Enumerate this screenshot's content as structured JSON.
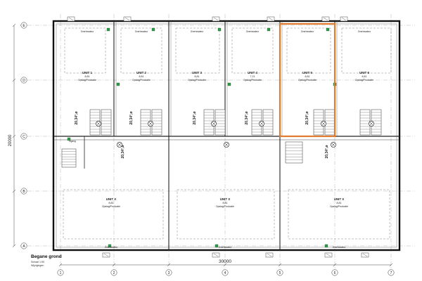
{
  "sheet": {
    "title": "Begane grond",
    "scale": "Schaal 1:50",
    "status": "Wijzigingen"
  },
  "grid": {
    "columns": [
      "1",
      "2",
      "3",
      "4",
      "5",
      "6",
      "7"
    ],
    "rows": [
      "E",
      "D",
      "C",
      "B",
      "A"
    ]
  },
  "dimensions": {
    "overall_width": "30000",
    "overall_depth": "20000"
  },
  "highlight_color": "#e07a2e",
  "units_top": [
    {
      "name": "UNIT 1",
      "area": "8,81",
      "use": "Opslag/Productie"
    },
    {
      "name": "UNIT 2",
      "area": "8,81",
      "use": "Opslag/Productie"
    },
    {
      "name": "UNIT 3",
      "area": "8,81",
      "use": "Opslag/Productie"
    },
    {
      "name": "UNIT 4",
      "area": "7,21",
      "use": "Opslag/Productie"
    },
    {
      "name": "UNIT 5",
      "area": "8,81",
      "use": "Opslag/Productie"
    },
    {
      "name": "UNIT 6",
      "area": "8,81",
      "use": "Opslag/Productie"
    }
  ],
  "units_bottom": [
    {
      "name": "UNIT X",
      "area": "8,81",
      "use": "Opslag/Productie"
    },
    {
      "name": "UNIT X",
      "area": "8,81",
      "use": "Opslag/Productie"
    },
    {
      "name": "UNIT X",
      "area": "8,81",
      "use": "Opslag/Productie"
    }
  ],
  "pipe_labels": [
    "20,34°,ø",
    "20,34°,ø",
    "20,34°,ø",
    "20,34°,ø",
    "20,34°,ø",
    "20,34°,ø",
    "20,34°,ø"
  ],
  "entrance_label": "Ingang",
  "room_label": "Overheadeur"
}
